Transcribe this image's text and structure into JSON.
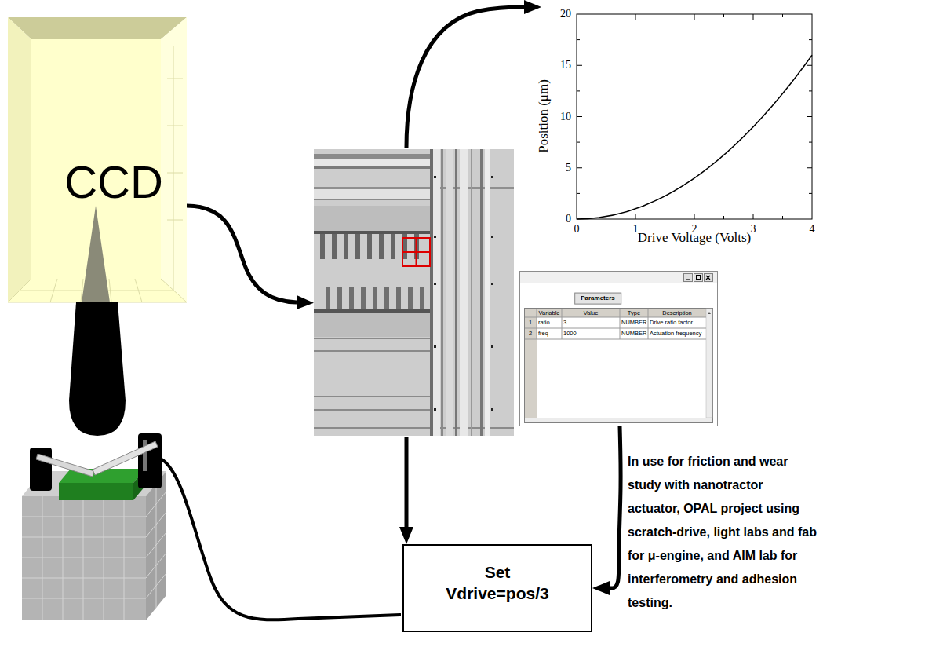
{
  "diagram": {
    "nodes": [
      {
        "text": [
          "CCD"
        ]
      },
      {
        "text": [
          "Parameters"
        ]
      },
      {
        "text": [
          "Set",
          "Vdrive=pos/3"
        ]
      }
    ],
    "edges": [
      {
        "from": 1,
        "to": 2,
        "arrow": "to"
      }
    ],
    "labels": [
      "0",
      "5",
      "10",
      "15",
      "20",
      "0",
      "1",
      "2",
      "3",
      "4",
      "Position (μm)",
      "Drive Voltage (Volts)",
      "Variable",
      "Value",
      "Type",
      "Description",
      "1",
      "ratio",
      "3",
      "NUMBER",
      "Drive ratio factor",
      "2",
      "freq",
      "1000",
      "NUMBER",
      "Actuation frequency",
      "In use for friction and wear study with nanotractor actuator, OPAL project using scratch-drive, light labs and fab for μ-engine, and AIM lab for interferometry and adhesion testing."
    ]
  }
}
